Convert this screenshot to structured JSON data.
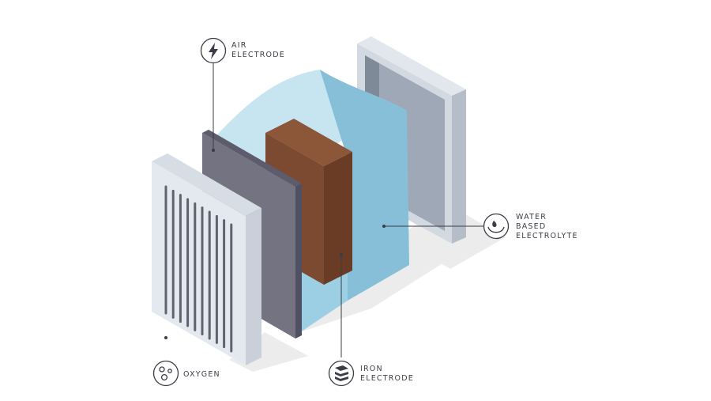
{
  "labels": {
    "air_electrode": [
      "AIR",
      "ELECTRODE"
    ],
    "water_electrolyte": [
      "WATER",
      "BASED",
      "ELECTROLYTE"
    ],
    "iron_electrode": [
      "IRON",
      "ELECTRODE"
    ],
    "oxygen": [
      "OXYGEN"
    ]
  },
  "icons": {
    "air_electrode": "lightning-bolt-icon",
    "water_electrolyte": "water-drop-icon",
    "iron_electrode": "stacked-layers-icon",
    "oxygen": "bubbles-icon"
  },
  "colors": {
    "background": "#ffffff",
    "shadow": "#ececec",
    "grille_front": "#e4e8ef",
    "grille_side": "#c9d0da",
    "grille_top": "#d7dde5",
    "grille_slot": "#5f6370",
    "air_electrode_front": "#747381",
    "air_electrode_edge": "#4f5061",
    "electrolyte_front": "#a9d8ea",
    "electrolyte_side": "#7fb5cf",
    "iron_front": "#7c4a31",
    "iron_side": "#6a3c26",
    "iron_top": "#8c5639",
    "back_frame_front": "#d3d9e1",
    "back_frame_side": "#b5bdc8",
    "back_frame_inner": "#9ea8b6",
    "icon_stroke": "#3a3d45",
    "leader_line": "#3a3d45"
  }
}
